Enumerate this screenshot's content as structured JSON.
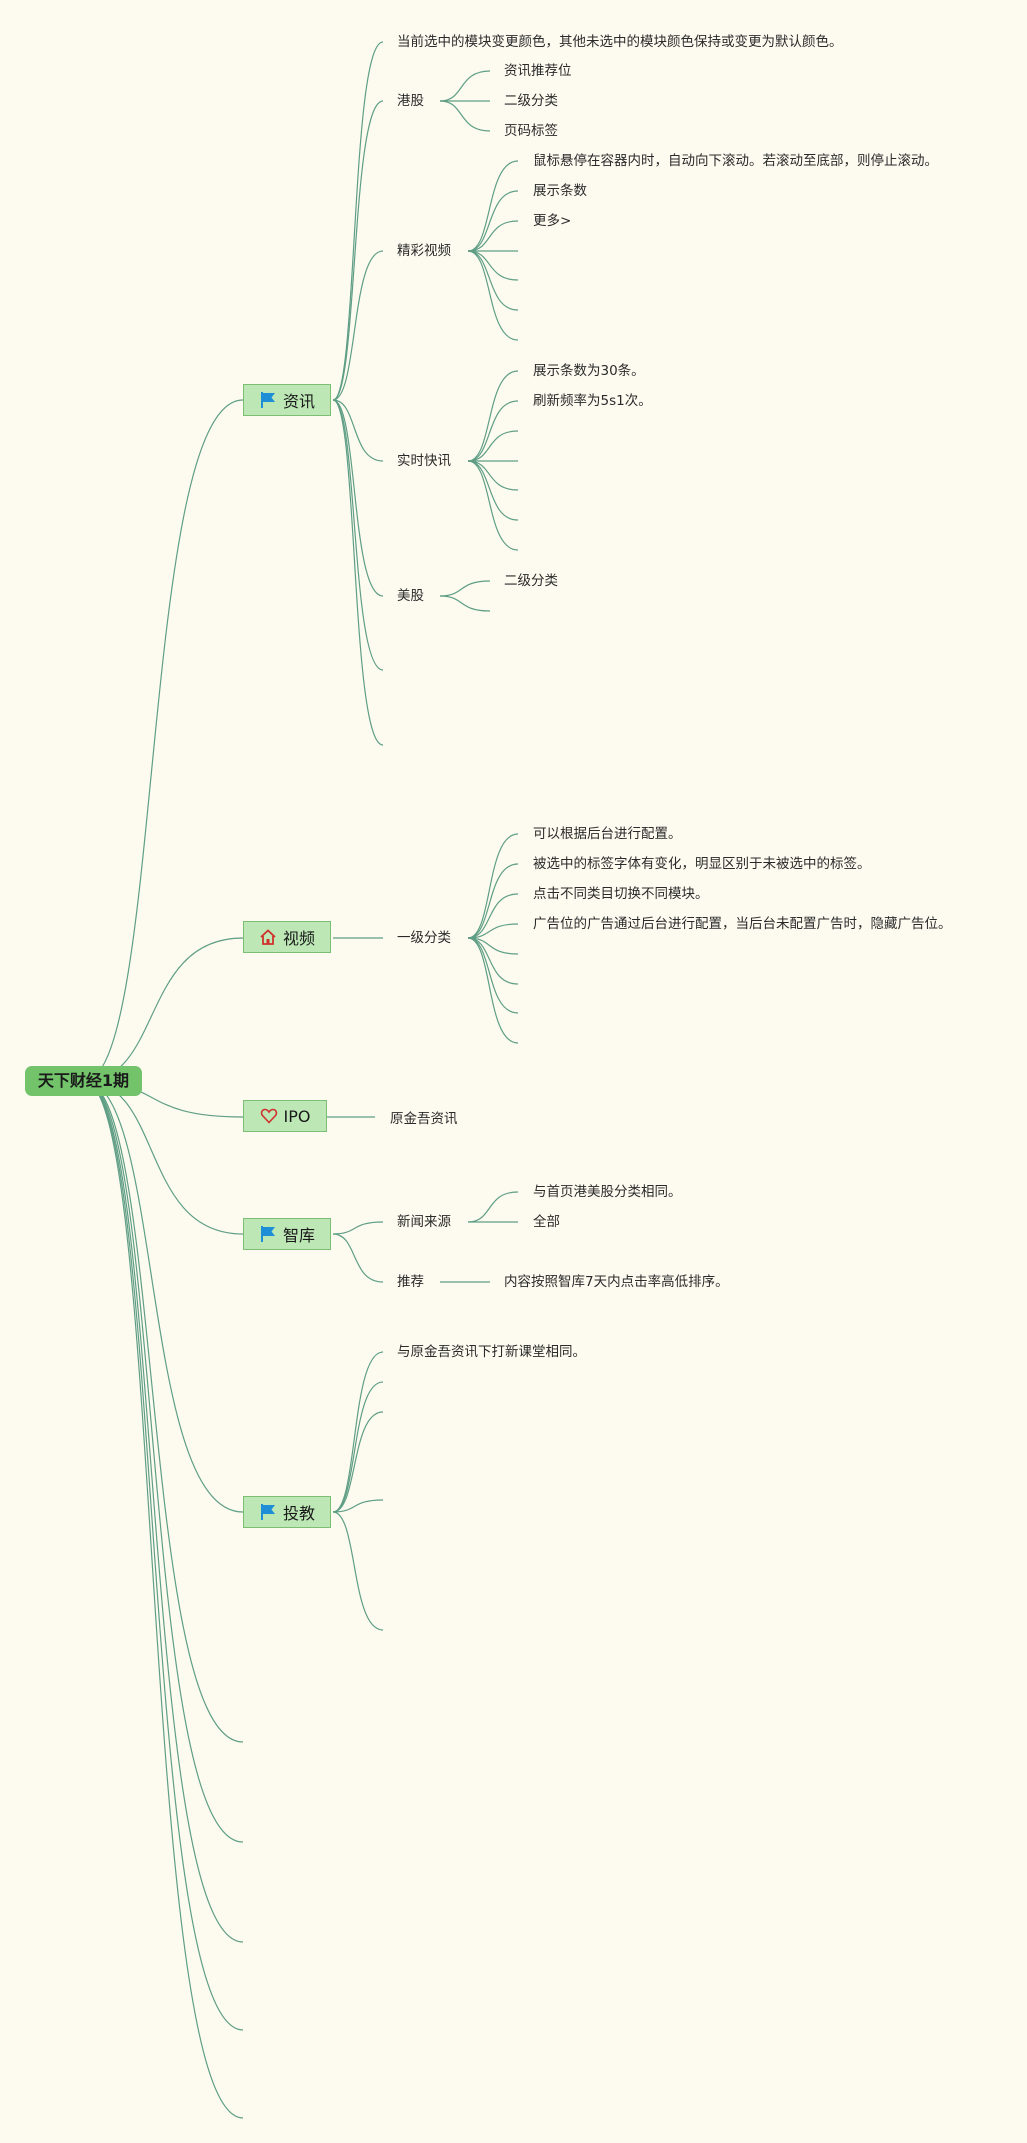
{
  "root": {
    "label": "天下财经1期"
  },
  "topics": {
    "zixun": {
      "label": "资讯",
      "icon": "flag-icon",
      "note": "当前选中的模块变更颜色，其他未选中的模块颜色保持或变更为默认颜色。",
      "ganggu": {
        "label": "港股",
        "items": [
          "资讯推荐位",
          "二级分类",
          "页码标签"
        ]
      },
      "jingcai": {
        "label": "精彩视频",
        "items": [
          "鼠标悬停在容器内时，自动向下滚动。若滚动至底部，则停止滚动。",
          "展示条数",
          "更多>"
        ]
      },
      "shishi": {
        "label": "实时快讯",
        "items": [
          "展示条数为30条。",
          "刷新频率为5s1次。"
        ]
      },
      "meigu": {
        "label": "美股",
        "items": [
          "二级分类"
        ]
      }
    },
    "shipin": {
      "label": "视频",
      "icon": "home-icon",
      "yiji": {
        "label": "一级分类",
        "items": [
          "可以根据后台进行配置。",
          "被选中的标签字体有变化，明显区别于未被选中的标签。",
          "点击不同类目切换不同模块。",
          "广告位的广告通过后台进行配置，当后台未配置广告时，隐藏广告位。"
        ]
      }
    },
    "ipo": {
      "label": "IPO",
      "icon": "heart-icon",
      "item": "原金吾资讯"
    },
    "zhiku": {
      "label": "智库",
      "icon": "flag-icon",
      "xinwen": {
        "label": "新闻来源",
        "items": [
          "与首页港美股分类相同。",
          "全部"
        ]
      },
      "tuijian": {
        "label": "推荐",
        "item": "内容按照智库7天内点击率高低排序。"
      }
    },
    "toujiao": {
      "label": "投教",
      "icon": "flag-icon",
      "note": "与原金吾资讯下打新课堂相同。"
    }
  },
  "colors": {
    "link": "#5f9e85",
    "root": "#72c36a",
    "topic_fill": "#bde8b6",
    "topic_border": "#7cbf74",
    "flag": "#1e8fd6",
    "icon_red": "#d0312d",
    "background": "#fdfbf0"
  }
}
